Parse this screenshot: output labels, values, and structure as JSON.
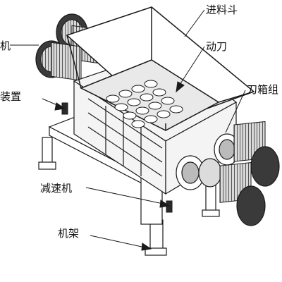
{
  "labels": {
    "hopper": "进料斗",
    "blade": "动刀",
    "blade_box": "刀箱组",
    "motor": "机",
    "device": "装置",
    "reducer": "减速机",
    "frame": "机架"
  },
  "colors": {
    "line": "#1a1a1a",
    "motor_fill": "#c8c8c8",
    "motor_dark": "#2a2a2a",
    "background": "#ffffff"
  }
}
